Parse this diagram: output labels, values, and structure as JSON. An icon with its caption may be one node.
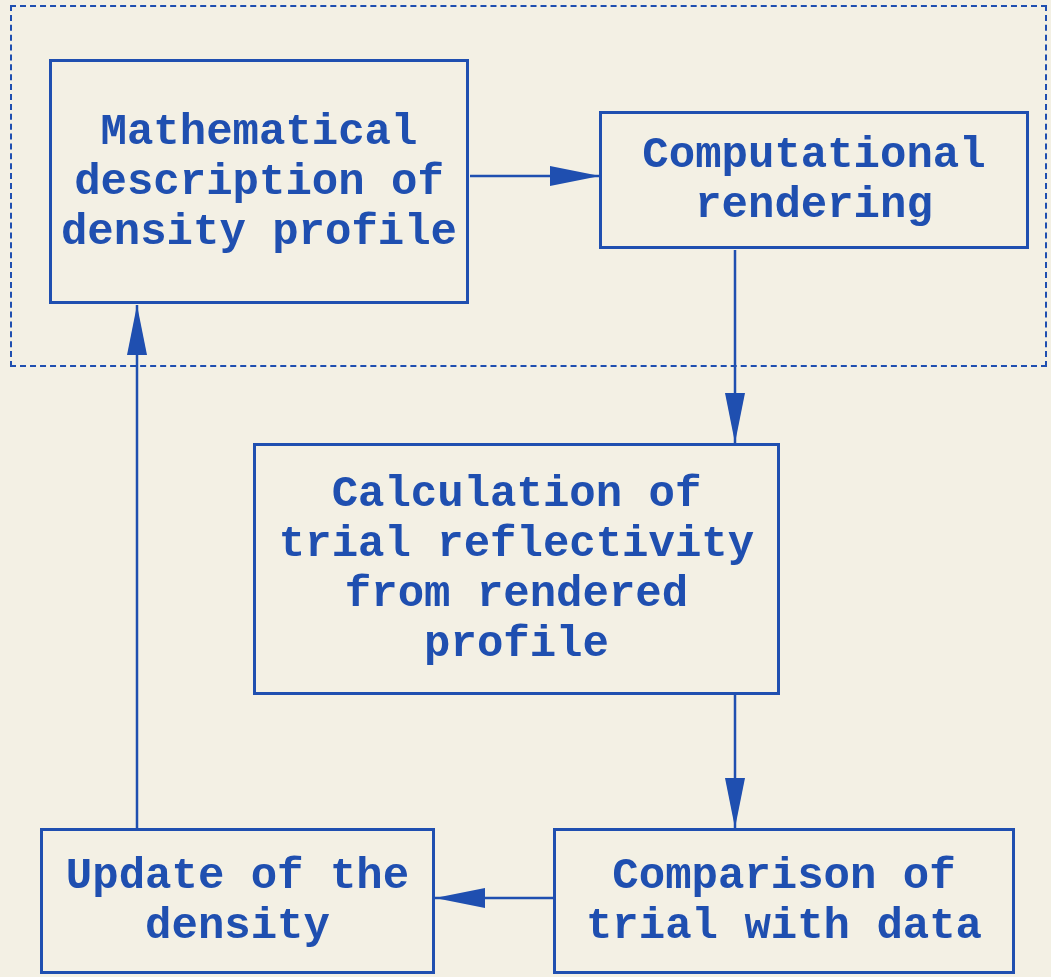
{
  "diagram": {
    "nodes": [
      {
        "text": [],
        "shape": "box"
      },
      {
        "text": [
          "Mathematical description of density profile"
        ],
        "in": 0
      },
      {
        "text": [
          "Computational rendering"
        ],
        "in": 0
      },
      {
        "text": [
          "Calculation of trial reflectivity from rendered profile"
        ]
      },
      {
        "text": [
          "Comparison of trial with data"
        ]
      },
      {
        "text": [
          "Update of the density"
        ]
      }
    ],
    "edges": [
      {
        "from": 1,
        "to": 2,
        "arrow": "to"
      },
      {
        "from": 2,
        "to": 3,
        "arrow": "to"
      },
      {
        "from": 3,
        "to": 4,
        "arrow": "to"
      },
      {
        "from": 4,
        "to": 5,
        "arrow": "to"
      },
      {
        "from": 5,
        "to": 1,
        "arrow": "to"
      }
    ]
  }
}
